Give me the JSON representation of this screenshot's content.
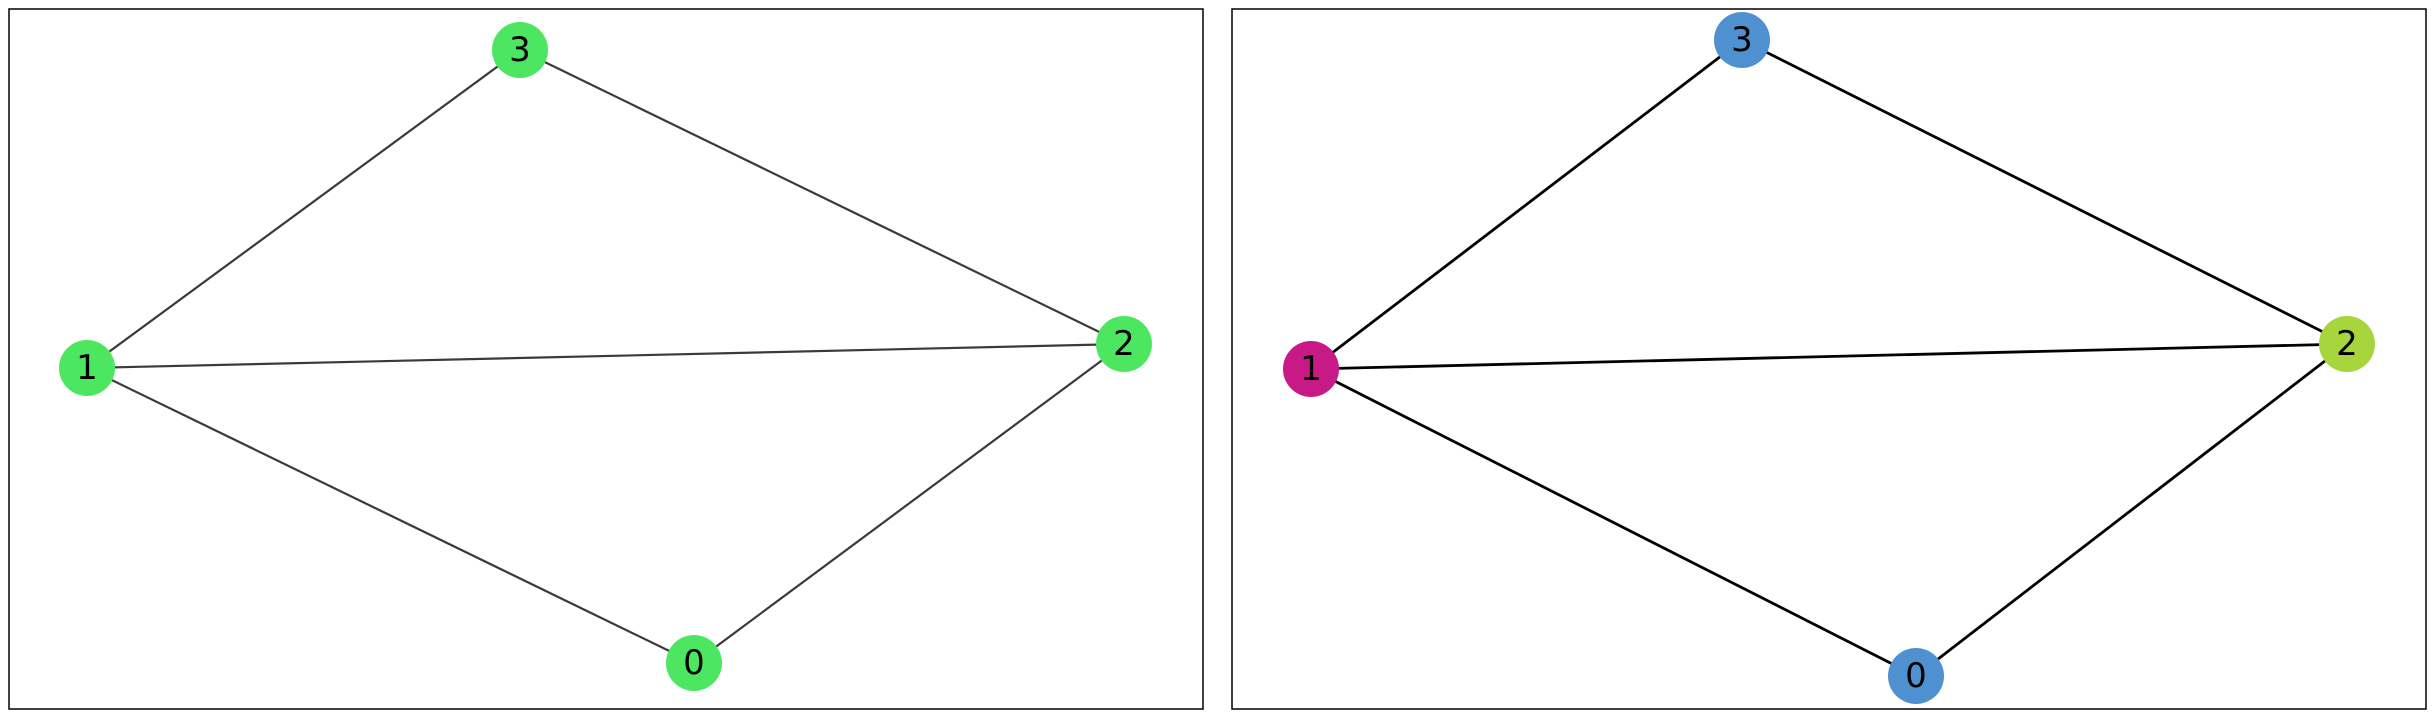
{
  "graphs": [
    {
      "nodes": [
        {
          "id": "0",
          "label": "0",
          "color": "#4ce660"
        },
        {
          "id": "1",
          "label": "1",
          "color": "#4ce660"
        },
        {
          "id": "2",
          "label": "2",
          "color": "#4ce660"
        },
        {
          "id": "3",
          "label": "3",
          "color": "#4ce660"
        }
      ],
      "edges": [
        [
          "1",
          "3"
        ],
        [
          "3",
          "2"
        ],
        [
          "1",
          "2"
        ],
        [
          "1",
          "0"
        ],
        [
          "0",
          "2"
        ]
      ]
    },
    {
      "nodes": [
        {
          "id": "0",
          "label": "0",
          "color": "#4f90d0"
        },
        {
          "id": "1",
          "label": "1",
          "color": "#c71a87"
        },
        {
          "id": "2",
          "label": "2",
          "color": "#a6d63c"
        },
        {
          "id": "3",
          "label": "3",
          "color": "#4f90d0"
        }
      ],
      "edges": [
        [
          "1",
          "3"
        ],
        [
          "3",
          "2"
        ],
        [
          "1",
          "2"
        ],
        [
          "1",
          "0"
        ],
        [
          "0",
          "2"
        ]
      ]
    }
  ]
}
